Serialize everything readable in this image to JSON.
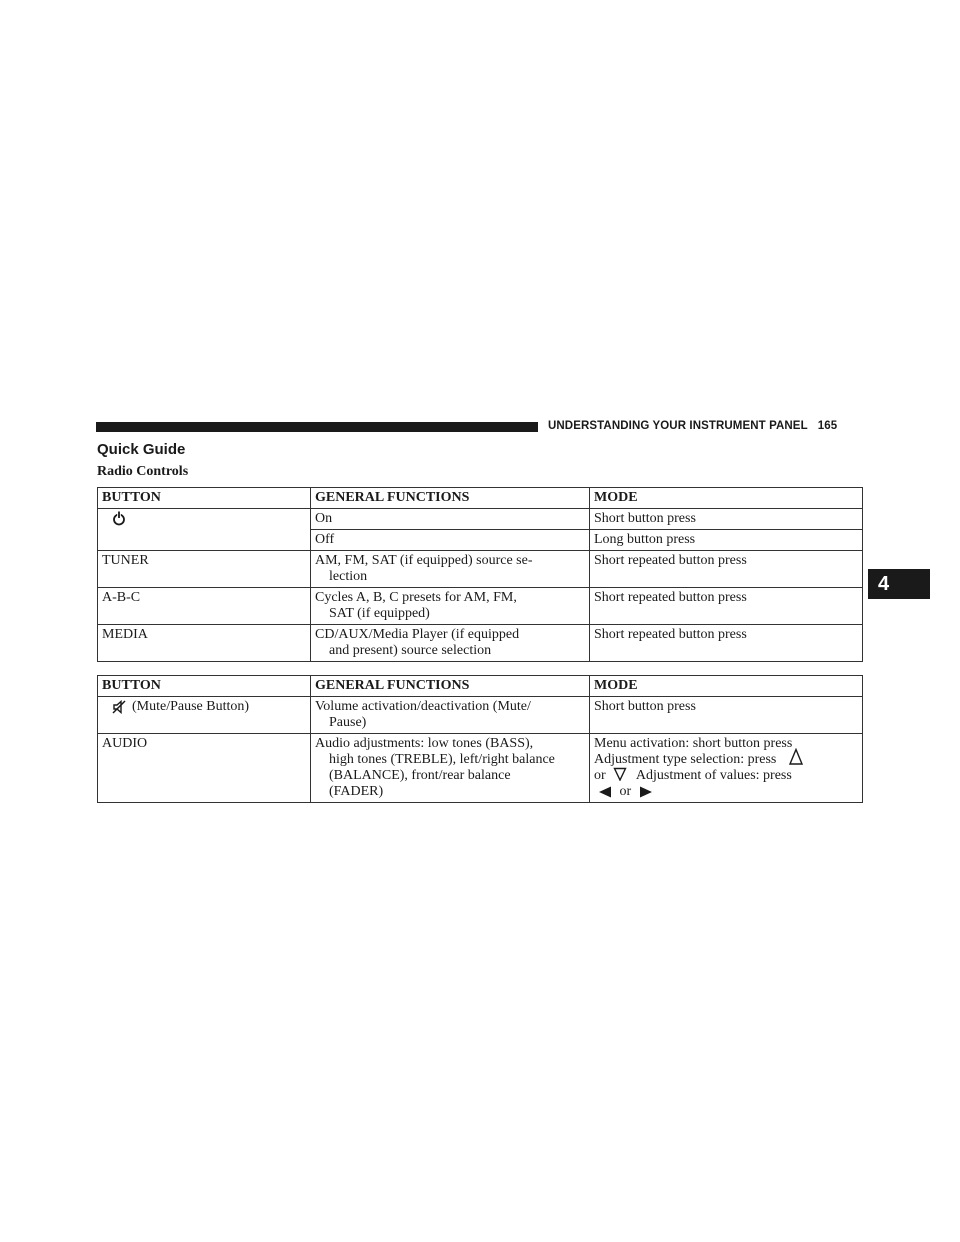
{
  "header": {
    "title": "UNDERSTANDING YOUR INSTRUMENT PANEL",
    "page_number": "165"
  },
  "chapter_tab": "4",
  "section_title": "Quick Guide",
  "subsection_title": "Radio Controls",
  "table1": {
    "headers": [
      "BUTTON",
      "GENERAL FUNCTIONS",
      "MODE"
    ],
    "power_icon": "power-icon",
    "rows": [
      {
        "function": "On",
        "mode": "Short button press"
      },
      {
        "function": "Off",
        "mode": "Long button press"
      },
      {
        "button": "TUNER",
        "function_l1": "AM, FM, SAT (if equipped) source se-",
        "function_l2": "lection",
        "mode": "Short repeated button press"
      },
      {
        "button": "A-B-C",
        "function_l1": "Cycles A, B, C presets for AM, FM,",
        "function_l2": "SAT (if equipped)",
        "mode": "Short repeated button press"
      },
      {
        "button": "MEDIA",
        "function_l1": "CD/AUX/Media Player (if equipped",
        "function_l2": "and present) source selection",
        "mode": "Short repeated button press"
      }
    ]
  },
  "table2": {
    "headers": [
      "BUTTON",
      "GENERAL FUNCTIONS",
      "MODE"
    ],
    "mute_icon": "mute-icon",
    "rows": [
      {
        "button": "(Mute/Pause Button)",
        "function_l1": "Volume activation/deactivation (Mute/",
        "function_l2": "Pause)",
        "mode": "Short button press"
      },
      {
        "button": "AUDIO",
        "function_l1": "Audio adjustments: low tones (BASS),",
        "function_l2": "high tones (TREBLE), left/right balance",
        "function_l3": "(BALANCE), front/rear balance",
        "function_l4": "(FADER)",
        "mode_l1": "Menu activation: short button press",
        "mode_l2": "Adjustment type selection: press",
        "mode_or1": "or",
        "mode_l3": "Adjustment of values: press",
        "mode_or2": "or",
        "icons": [
          "up-triangle-icon",
          "down-triangle-icon",
          "left-arrow-icon",
          "right-arrow-icon"
        ]
      }
    ]
  }
}
